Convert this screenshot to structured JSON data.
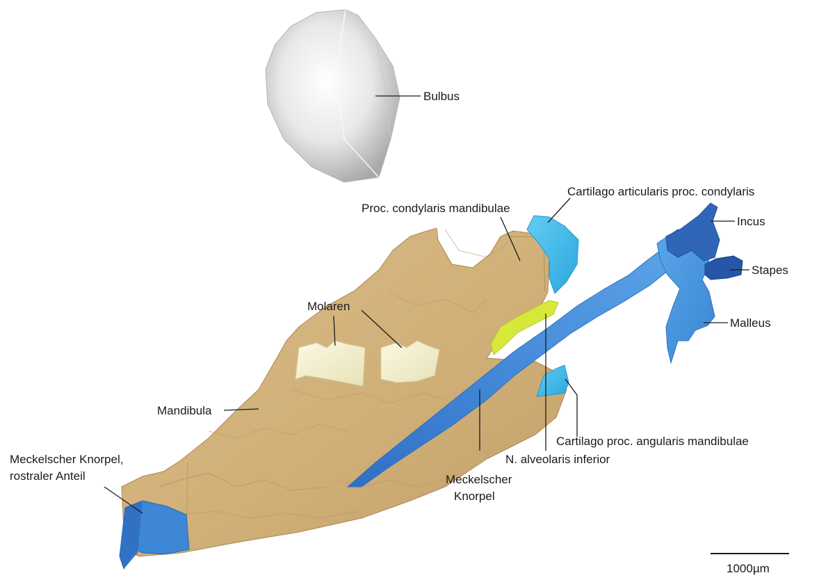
{
  "labels": {
    "bulbus": "Bulbus",
    "cartilago_articularis": "Cartilago articularis proc. condylaris",
    "proc_condylaris": "Proc. condylaris mandibulae",
    "incus": "Incus",
    "stapes": "Stapes",
    "malleus": "Malleus",
    "molaren": "Molaren",
    "mandibula": "Mandibula",
    "meckel_rostral_line1": "Meckelscher Knorpel,",
    "meckel_rostral_line2": "rostraler Anteil",
    "cartilago_angularis": "Cartilago proc. angularis mandibulae",
    "n_alveolaris": "N. alveolaris inferior",
    "meckel_line1": "Meckelscher",
    "meckel_line2": "Knorpel"
  },
  "scale_bar": {
    "label": "1000µm"
  },
  "colors": {
    "bone": "#d4b37e",
    "bone_shadow": "#b8955e",
    "molar": "#f4f1cf",
    "bulbus": "#e4e4e4",
    "cartilage_light": "#42b7e8",
    "cartilage_mid": "#3f86d4",
    "ossicle_dark": "#2a5fb3",
    "nerve": "#d8e83a"
  }
}
